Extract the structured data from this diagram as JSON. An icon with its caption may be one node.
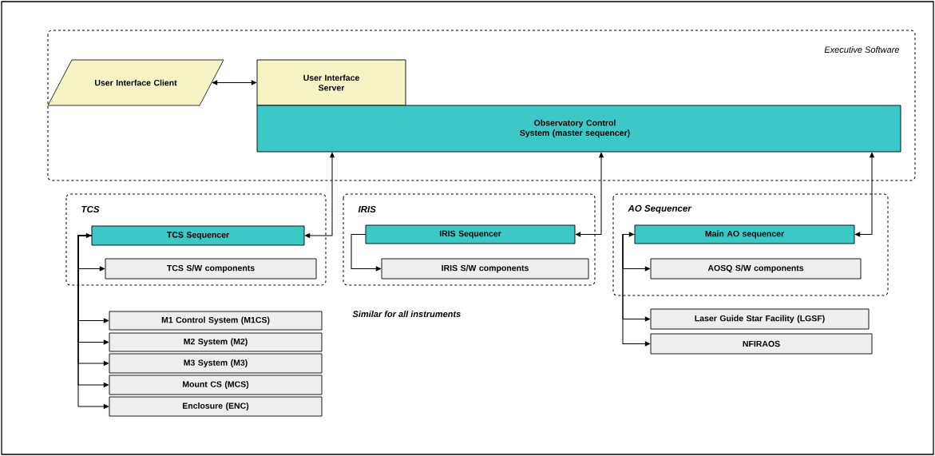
{
  "diagram": {
    "nodes": [
      {
        "text": [
          "Executive Software"
        ]
      },
      {
        "text": [
          "User Interface Client"
        ],
        "in": 0
      },
      {
        "text": [
          "User Interface Server"
        ],
        "in": 0
      },
      {
        "text": [
          "Observatory Control System (master sequencer)"
        ],
        "in": 0
      },
      {
        "text": [
          "TCS"
        ]
      },
      {
        "text": [
          "TCS Sequencer"
        ],
        "in": 4
      },
      {
        "text": [
          "TCS S/W components"
        ],
        "in": 4
      },
      {
        "text": [
          "IRIS"
        ]
      },
      {
        "text": [
          "IRIS Sequencer"
        ],
        "in": 7
      },
      {
        "text": [
          "IRIS S/W components"
        ],
        "in": 7
      },
      {
        "text": [
          "AO Sequencer"
        ]
      },
      {
        "text": [
          "Main AO sequencer"
        ],
        "in": 10
      },
      {
        "text": [
          "AOSQ S/W components"
        ],
        "in": 10
      },
      {
        "text": [
          "M1 Control System (M1CS)"
        ]
      },
      {
        "text": [
          "M2  System (M2)"
        ]
      },
      {
        "text": [
          "M3 System (M3)"
        ]
      },
      {
        "text": [
          "Mount CS (MCS)"
        ]
      },
      {
        "text": [
          "Enclosure (ENC)"
        ]
      },
      {
        "text": [
          "Laser Guide Star Facility (LGSF)"
        ]
      },
      {
        "text": [
          "NFIRAOS"
        ]
      }
    ],
    "edges": [
      {
        "from": 1,
        "to": 2,
        "arrow": "both"
      },
      {
        "from": 5,
        "to": 3,
        "arrow": "both"
      },
      {
        "from": 8,
        "to": 3,
        "arrow": "both"
      },
      {
        "from": 11,
        "to": 3,
        "arrow": "both"
      },
      {
        "from": 5,
        "to": 6,
        "arrow": "both"
      },
      {
        "from": 5,
        "to": 13,
        "arrow": "both"
      },
      {
        "from": 5,
        "to": 14,
        "arrow": "both"
      },
      {
        "from": 5,
        "to": 15,
        "arrow": "both"
      },
      {
        "from": 5,
        "to": 16,
        "arrow": "both"
      },
      {
        "from": 5,
        "to": 17,
        "arrow": "both"
      },
      {
        "from": 8,
        "to": 9,
        "arrow": "to"
      },
      {
        "from": 11,
        "to": 12,
        "arrow": "both"
      },
      {
        "from": 11,
        "to": 18,
        "arrow": "both"
      },
      {
        "from": 11,
        "to": 19,
        "arrow": "both"
      }
    ],
    "labels": [
      "Similar for all instruments"
    ]
  }
}
